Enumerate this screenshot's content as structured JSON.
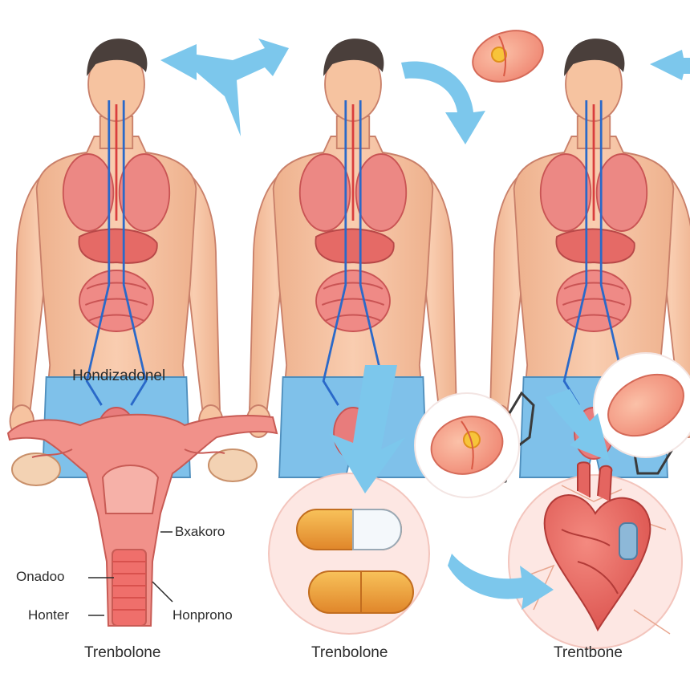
{
  "reproductive": {
    "title": "Hondizadonel",
    "labels": {
      "right": "Bxakoro",
      "left_upper": "Onadoo",
      "left_lower": "Honter",
      "right_lower": "Honprono"
    }
  },
  "captions": {
    "left": "Trenbolone",
    "middle": "Trenbolone",
    "right": "Trentbone"
  },
  "colors": {
    "skin": "#f6c3a0",
    "skin_shadow": "#e8a383",
    "organ": "#e87c7c",
    "organ_dark": "#c95454",
    "intestine": "#ef8a86",
    "vessel": "#2a69c9",
    "shorts": "#7fc1ea",
    "arrow": "#7cc7ec",
    "hair": "#4a3f3b",
    "pill_orange": "#f0a13a",
    "pill_white": "#f4f8fb",
    "heart": "#e0544f",
    "circle_bg": "#fde7e3"
  },
  "icons": [
    "blue-arrow-icon",
    "pill-icon",
    "capsule-icon",
    "cell-icon",
    "heart-icon"
  ]
}
